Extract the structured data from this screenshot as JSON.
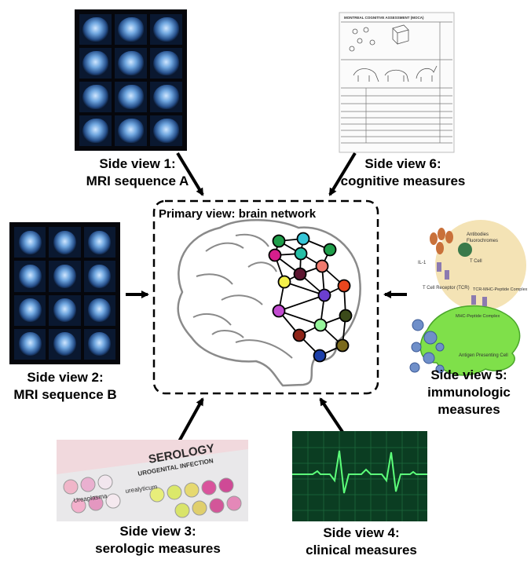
{
  "primary": {
    "title": "Primary view: brain network"
  },
  "side_views": [
    {
      "id": "mri-a",
      "line1": "Side view 1:",
      "line2": "MRI sequence A"
    },
    {
      "id": "mri-b",
      "line1": "Side view 2:",
      "line2": "MRI sequence B"
    },
    {
      "id": "serologic",
      "line1": "Side view 3:",
      "line2": "serologic measures"
    },
    {
      "id": "clinical",
      "line1": "Side view 4:",
      "line2": "clinical measures"
    },
    {
      "id": "immunologic",
      "line1": "Side view 5:",
      "line2": "immunologic",
      "line3": "measures"
    },
    {
      "id": "cognitive",
      "line1": "Side view 6:",
      "line2": "cognitive measures"
    }
  ],
  "form": {
    "title": "MONTREAL COGNITIVE ASSESSMENT (MOCA)"
  },
  "serology": {
    "brand": "SEROLOGY",
    "subtitle": "UROGENITAL INFECTION",
    "strip_a": "Ureaplasma",
    "strip_b": "urealyticum"
  },
  "immunology": {
    "labels": [
      "Antibodies",
      "Fluorochromes",
      "T Cell",
      "IL-1",
      "T Cell Receptor (TCR)",
      "TCR-MHC-Peptide Complex",
      "MHC-Peptide Complex",
      "Antigen Presenting Cell"
    ]
  },
  "colors": {
    "network_nodes": [
      "#1f9e4a",
      "#36c6d8",
      "#26bfa6",
      "#d61e8c",
      "#f07a6e",
      "#f3f04a",
      "#5c1630",
      "#6b3fcf",
      "#e8461e",
      "#c24bd0",
      "#95f59b",
      "#3b4a1a",
      "#8e2418",
      "#1d3fa8",
      "#1f5ea8",
      "#7b6a1c"
    ],
    "ecg": "#5cff7a",
    "ecg_bg": "#0b3d22"
  }
}
